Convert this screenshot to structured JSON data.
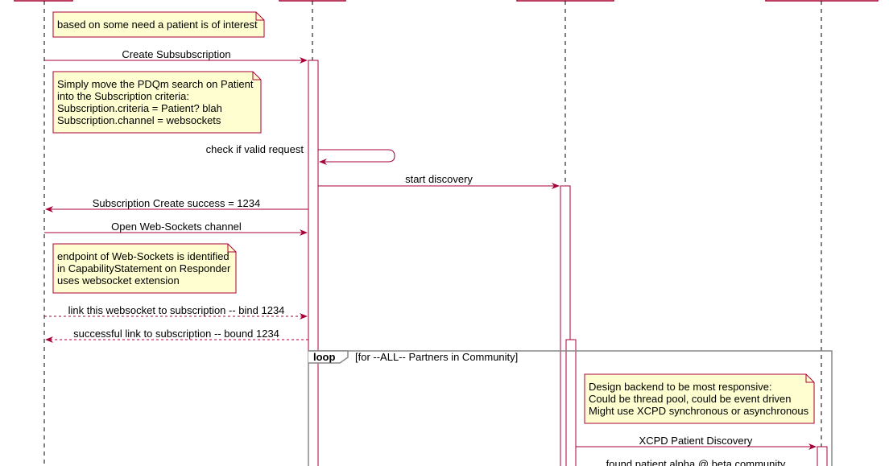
{
  "colors": {
    "arrow": "#a80036",
    "lifeline_box_border": "#a80036",
    "note_fill": "#fbfb77",
    "note_fill_light": "#ffffcc",
    "note_border": "#a80036",
    "frame": "#888888",
    "activation_fill": "#ffffff"
  },
  "notes": {
    "n1": {
      "lines": [
        "based on some need a patient is of interest"
      ]
    },
    "n2": {
      "lines": [
        "Simply move the PDQm search on Patient",
        "into the Subscription criteria:",
        "Subscription.criteria = Patient? blah",
        "Subscription.channel = websockets"
      ]
    },
    "n3": {
      "lines": [
        "endpoint of Web-Sockets is identified",
        "in CapabilityStatement on Responder",
        "uses websocket extension"
      ]
    },
    "n4": {
      "lines": [
        "Design backend to be most responsive:",
        "Could be thread pool, could be event driven",
        "Might use XCPD synchronous or asynchronous"
      ]
    }
  },
  "messages": {
    "m1": "Create Subsubscription",
    "m2": "check if valid request",
    "m3": "start discovery",
    "m4": "Subscription Create success = 1234",
    "m5": "Open Web-Sockets channel",
    "m6": "link this websocket to subscription -- bind 1234",
    "m7": "successful link to subscription -- bound 1234",
    "m8": "XCPD Patient Discovery",
    "m9": "found patient alpha @ beta community"
  },
  "loop": {
    "keyword": "loop",
    "guard": "[for --ALL-- Partners in Community]"
  }
}
